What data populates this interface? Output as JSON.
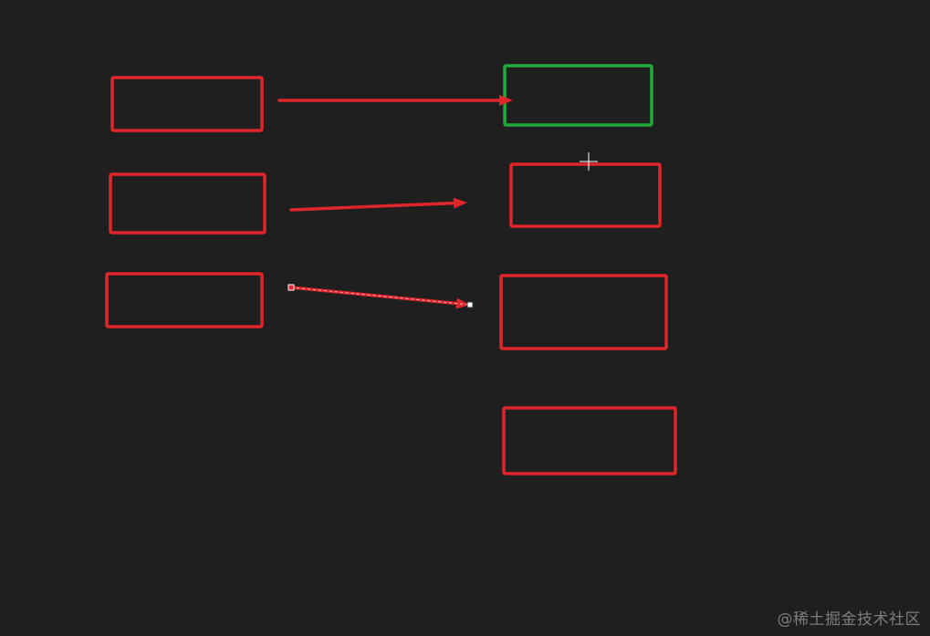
{
  "watermark": "@稀土掘金技术社区",
  "colors": {
    "background": "#1f1f1f",
    "box_default": "#e0262b",
    "box_active": "#1faa3a",
    "arrow": "#e0262b",
    "handle_fill": "#ffffff",
    "handle_stroke": "#333333"
  },
  "icons": {
    "cursor": "crosshair-cursor-icon"
  },
  "canvas": {
    "boxes": [
      {
        "name": "source-box-1",
        "state": "default"
      },
      {
        "name": "source-box-2",
        "state": "default"
      },
      {
        "name": "source-box-3",
        "state": "default"
      },
      {
        "name": "target-box-1",
        "state": "active"
      },
      {
        "name": "target-box-2",
        "state": "default"
      },
      {
        "name": "target-box-3",
        "state": "default"
      },
      {
        "name": "target-box-4",
        "state": "default"
      }
    ],
    "arrows": [
      {
        "name": "arrow-1",
        "selected": false
      },
      {
        "name": "arrow-2",
        "selected": false
      },
      {
        "name": "arrow-3",
        "selected": true
      }
    ]
  }
}
